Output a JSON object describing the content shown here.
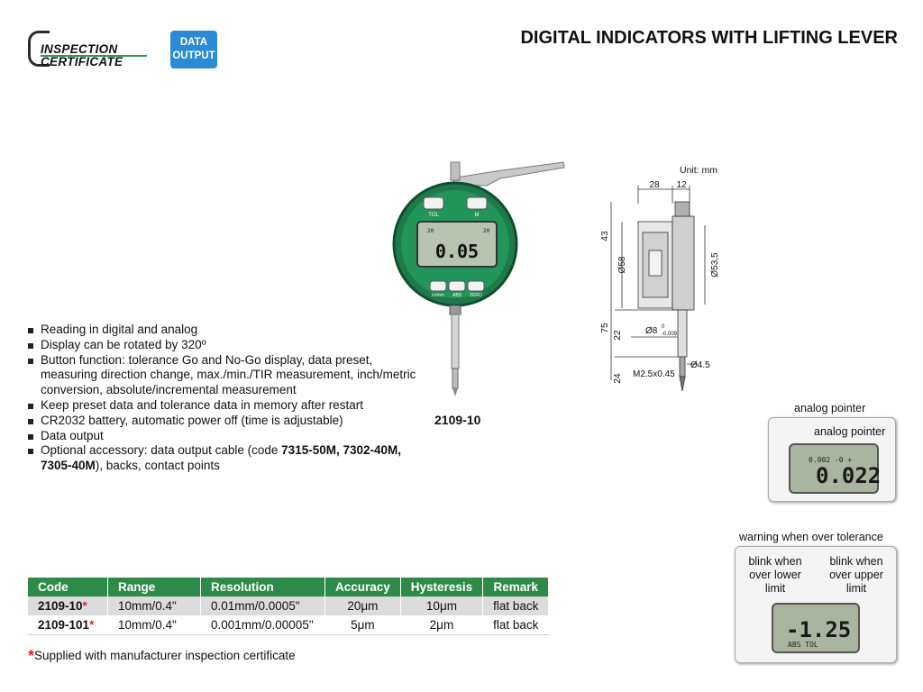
{
  "header": {
    "cert_line1": "INSPECTION",
    "cert_line2": "CERTIFICATE",
    "data_output_line1": "DATA",
    "data_output_line2": "OUTPUT",
    "title": "DIGITAL INDICATORS WITH LIFTING LEVER"
  },
  "product": {
    "caption": "2109-10",
    "buttons": [
      "TOL",
      "M",
      "in/mm",
      "ABS",
      "ZERO"
    ],
    "display_value": "0.05",
    "scale_left": "20",
    "scale_right": "20"
  },
  "drawing": {
    "unit": "Unit: mm",
    "dims": {
      "top_width": "28",
      "stem_width": "12",
      "height_43": "43",
      "dia_58": "Ø58",
      "dia_53_5": "Ø53,5",
      "total_75": "75",
      "stem_22": "22",
      "stem_dia": "Ø8",
      "stem_tol_upper": "0",
      "stem_tol_lower": "-0.009",
      "tip_24": "24",
      "thread": "M2.5x0.45",
      "tip_dia": "Ø4.5"
    }
  },
  "features": [
    {
      "text": "Reading in digital and analog"
    },
    {
      "text": "Display can be rotated by 320º"
    },
    {
      "text": "Button function: tolerance Go and No-Go display, data preset, measuring direction change, max./min./TIR measurement, inch/metric conversion, absolute/incremental measurement"
    },
    {
      "text": "Keep preset data and tolerance data in memory after restart"
    },
    {
      "text": "CR2032 battery, automatic power off (time is adjustable)"
    },
    {
      "text": "Data output"
    },
    {
      "text_before": "Optional accessory: data output cable (code ",
      "bold": "7315-50M, 7302-40M, 7305-40M",
      "text_after": "), backs, contact points"
    }
  ],
  "table": {
    "headers": [
      "Code",
      "Range",
      "Resolution",
      "Accuracy",
      "Hysteresis",
      "Remark"
    ],
    "rows": [
      {
        "code": "2109-10",
        "star": "*",
        "range": "10mm/0.4\"",
        "resolution": "0.01mm/0.0005\"",
        "accuracy": "20μm",
        "hysteresis": "10μm",
        "remark": "flat back"
      },
      {
        "code": "2109-101",
        "star": "*",
        "range": "10mm/0.4\"",
        "resolution": "0.001mm/0.00005\"",
        "accuracy": "5μm",
        "hysteresis": "2μm",
        "remark": "flat back"
      }
    ]
  },
  "footnote": {
    "star": "*",
    "text": "Supplied with manufacturer inspection certificate"
  },
  "analog_panel": {
    "title": "analog pointer",
    "inner_label": "analog pointer",
    "reading": "0.022",
    "small": "0.002 -0 +"
  },
  "warning_panel": {
    "title": "warning when over tolerance",
    "left_note": "blink when over lower limit",
    "right_note": "blink when over upper limit",
    "reading": "-1.25",
    "small": "ABS TOL"
  },
  "colors": {
    "brand_green": "#2e8b47",
    "data_output_blue": "#2b8bd6",
    "star_red": "#d62828"
  }
}
